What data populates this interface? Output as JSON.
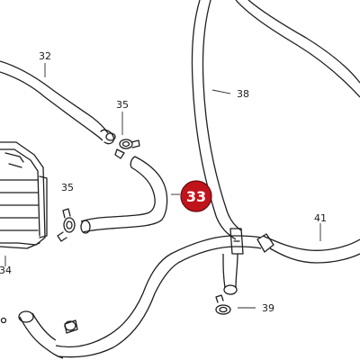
{
  "parts": {
    "p32": "32",
    "p35_top": "35",
    "p35_left": "35",
    "p38": "38",
    "p41": "41",
    "p34": "34",
    "p39": "39"
  },
  "highlight": {
    "label": "33",
    "color": "#c0141c"
  }
}
